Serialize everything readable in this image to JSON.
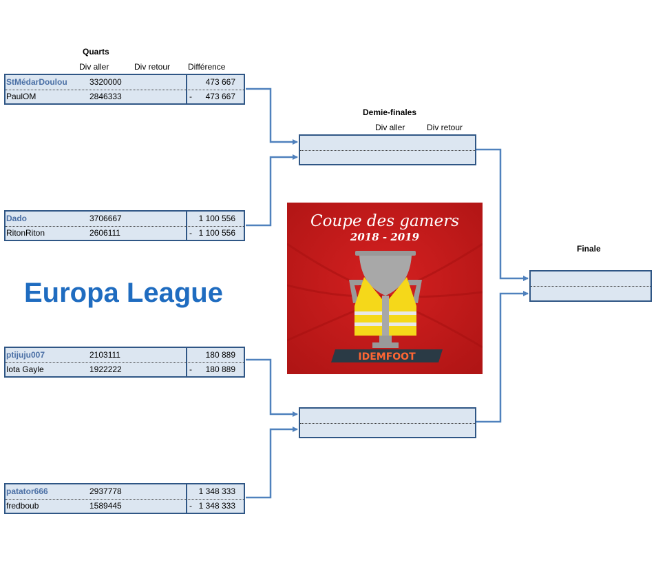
{
  "quarters": {
    "title": "Quarts",
    "col_div_aller": "Div aller",
    "col_div_retour": "Div retour",
    "col_difference": "Différence",
    "matches": [
      {
        "p1": {
          "name": "StMédarDoulou",
          "aller": "3320000",
          "minus": "",
          "diff": "473 667"
        },
        "p2": {
          "name": "PaulOM",
          "aller": "2846333",
          "minus": "-",
          "diff": "473 667"
        }
      },
      {
        "p1": {
          "name": "Dado",
          "aller": "3706667",
          "minus": "",
          "diff": "1 100 556"
        },
        "p2": {
          "name": "RitonRiton",
          "aller": "2606111",
          "minus": "-",
          "diff": "1 100 556"
        }
      },
      {
        "p1": {
          "name": "ptijuju007",
          "aller": "2103111",
          "minus": "",
          "diff": "180 889"
        },
        "p2": {
          "name": "Iota Gayle",
          "aller": "1922222",
          "minus": "-",
          "diff": "180 889"
        }
      },
      {
        "p1": {
          "name": "patator666",
          "aller": "2937778",
          "minus": "",
          "diff": "1 348 333"
        },
        "p2": {
          "name": "fredboub",
          "aller": "1589445",
          "minus": "-",
          "diff": "1 348 333"
        }
      }
    ]
  },
  "semis": {
    "title": "Demie-finales",
    "col_div_aller": "Div aller",
    "col_div_retour": "Div retour"
  },
  "final": {
    "title": "Finale"
  },
  "competition_title": "Europa League",
  "logo": {
    "line1": "Coupe des gamers",
    "line2": "2018 - 2019",
    "brand": "IDEMFOOT"
  },
  "colors": {
    "cell_fill": "#dce6f1",
    "border": "#2f5685",
    "connector": "#4f81bd",
    "title": "#1f6cc0"
  }
}
